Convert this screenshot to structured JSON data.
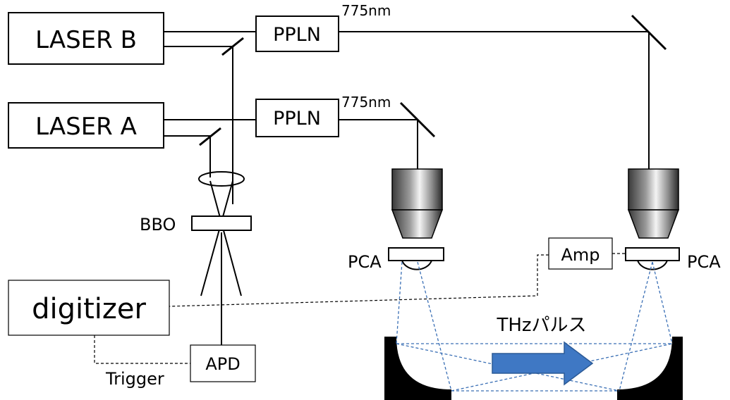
{
  "lasers": {
    "laser_b": "LASER B",
    "laser_a": "LASER A"
  },
  "ppln": {
    "upper": "PPLN",
    "lower": "PPLN"
  },
  "wavelength": {
    "upper": "775nm",
    "lower": "775nm"
  },
  "components": {
    "bbo": "BBO",
    "pca_left": "PCA",
    "pca_right": "PCA",
    "amp": "Amp",
    "digitizer": "digitizer",
    "apd": "APD",
    "trigger": "Trigger"
  },
  "thz_label": "THzパルス",
  "colors": {
    "line": "#000000",
    "thz_ray": "#3a6fb5",
    "thz_arrow": "#3f78c4",
    "mirror_body": "#000000"
  }
}
